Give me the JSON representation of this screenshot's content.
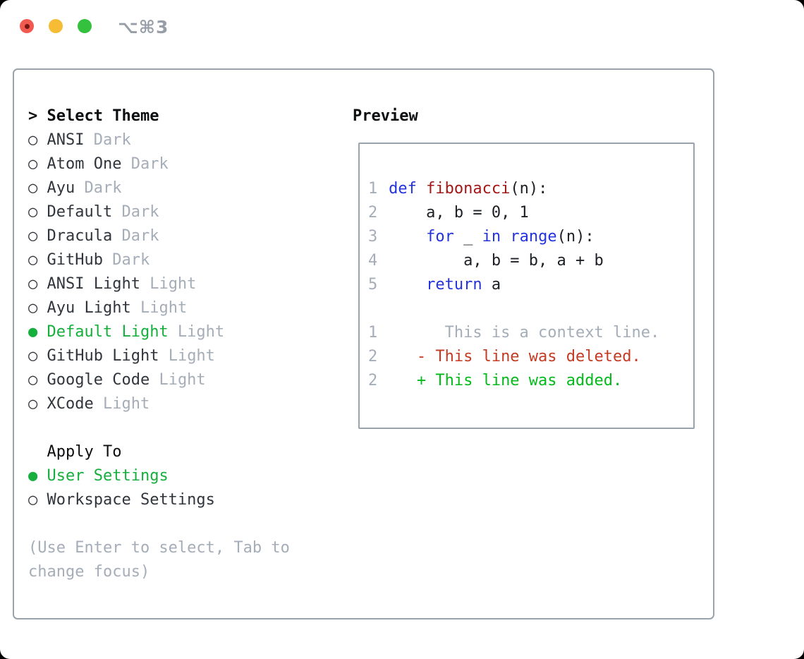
{
  "titlebar": {
    "title": "⌥⌘3"
  },
  "glyphs": {
    "selected": "●",
    "unselected": "○",
    "cursor": ">"
  },
  "theme_list": {
    "cursor": ">",
    "header": "Select Theme",
    "items": [
      {
        "name": "ANSI",
        "variant": "Dark",
        "selected": false
      },
      {
        "name": "Atom One",
        "variant": "Dark",
        "selected": false
      },
      {
        "name": "Ayu",
        "variant": "Dark",
        "selected": false
      },
      {
        "name": "Default",
        "variant": "Dark",
        "selected": false
      },
      {
        "name": "Dracula",
        "variant": "Dark",
        "selected": false
      },
      {
        "name": "GitHub",
        "variant": "Dark",
        "selected": false
      },
      {
        "name": "ANSI Light",
        "variant": "Light",
        "selected": false
      },
      {
        "name": "Ayu Light",
        "variant": "Light",
        "selected": false
      },
      {
        "name": "Default Light",
        "variant": "Light",
        "selected": true
      },
      {
        "name": "GitHub Light",
        "variant": "Light",
        "selected": false
      },
      {
        "name": "Google Code",
        "variant": "Light",
        "selected": false
      },
      {
        "name": "XCode",
        "variant": "Light",
        "selected": false
      }
    ]
  },
  "apply_to": {
    "label": "Apply To",
    "options": [
      {
        "name": "User Settings",
        "selected": true
      },
      {
        "name": "Workspace Settings",
        "selected": false
      }
    ]
  },
  "help": {
    "line1": "(Use Enter to select, Tab to",
    "line2": "change focus)"
  },
  "preview": {
    "label": "Preview",
    "code_lines": [
      {
        "num": "1",
        "tokens": [
          {
            "t": "def",
            "c": "kw"
          },
          {
            "t": " ",
            "c": "pl"
          },
          {
            "t": "fibonacci",
            "c": "fn"
          },
          {
            "t": "(n):",
            "c": "pl"
          }
        ]
      },
      {
        "num": "2",
        "tokens": [
          {
            "t": "    a, b = 0, 1",
            "c": "pl"
          }
        ]
      },
      {
        "num": "3",
        "tokens": [
          {
            "t": "    ",
            "c": "pl"
          },
          {
            "t": "for",
            "c": "kw"
          },
          {
            "t": " _ ",
            "c": "pl"
          },
          {
            "t": "in",
            "c": "kw"
          },
          {
            "t": " ",
            "c": "pl"
          },
          {
            "t": "range",
            "c": "kw"
          },
          {
            "t": "(n):",
            "c": "pl"
          }
        ]
      },
      {
        "num": "4",
        "tokens": [
          {
            "t": "        a, b = b, a + b",
            "c": "pl"
          }
        ]
      },
      {
        "num": "5",
        "tokens": [
          {
            "t": "    ",
            "c": "pl"
          },
          {
            "t": "return",
            "c": "kw"
          },
          {
            "t": " a",
            "c": "pl"
          }
        ]
      }
    ],
    "diff_lines": [
      {
        "num": "1",
        "tokens": [
          {
            "t": "      This is a context line.",
            "c": "ctx"
          }
        ]
      },
      {
        "num": "2",
        "tokens": [
          {
            "t": "   - This line was deleted.",
            "c": "del"
          }
        ]
      },
      {
        "num": "2",
        "tokens": [
          {
            "t": "   + This line was added.",
            "c": "add"
          }
        ]
      }
    ]
  },
  "colors": {
    "selected-green": "#16ae3c",
    "added-green": "#04ba1a",
    "deleted-red": "#c43a22",
    "keyword-blue": "#2433dd",
    "function-red": "#a31717",
    "muted-gray": "#a4adb8",
    "text-dark": "#30353c",
    "header-black": "#0c0e10",
    "border-gray": "#9aa2ac",
    "code-black": "#1c1f24",
    "traffic-red": "#f25a51",
    "traffic-red-dot": "#771610",
    "traffic-yellow": "#f7bc35",
    "traffic-green": "#33c13e",
    "title-gray": "#979ea7"
  }
}
